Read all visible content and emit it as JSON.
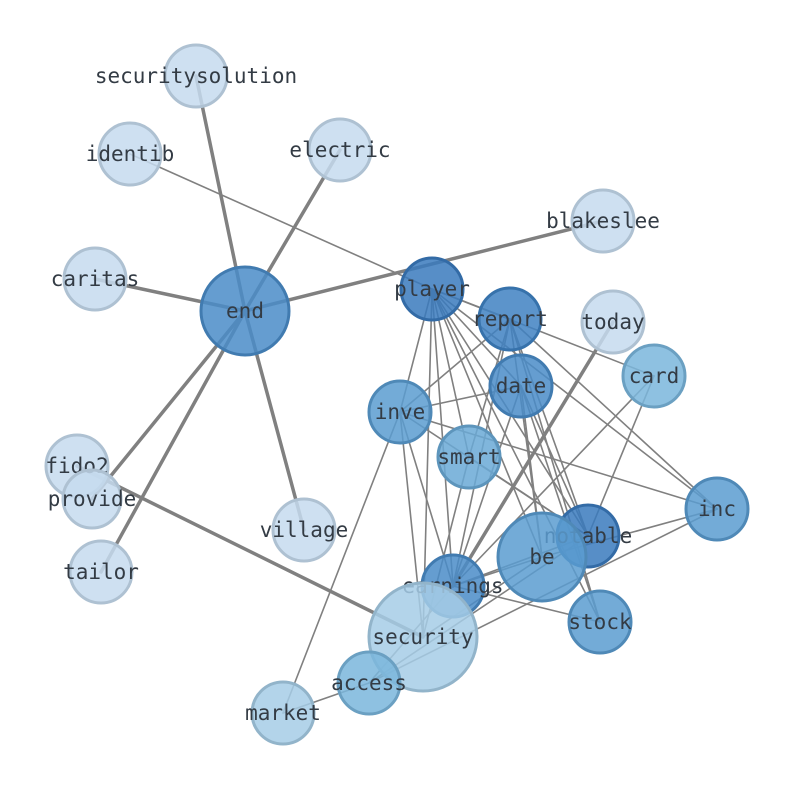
{
  "graph": {
    "nodes": [
      {
        "id": "securitysolution",
        "label": "securitysolution",
        "color": "#c6dbef"
      },
      {
        "id": "identib",
        "label": "identib",
        "color": "#c6dbef"
      },
      {
        "id": "electric",
        "label": "electric",
        "color": "#c6dbef"
      },
      {
        "id": "blakeslee",
        "label": "blakeslee",
        "color": "#c6dbef"
      },
      {
        "id": "caritas",
        "label": "caritas",
        "color": "#c6dbef"
      },
      {
        "id": "end",
        "label": "end",
        "color": "#4a8cc8"
      },
      {
        "id": "player",
        "label": "player",
        "color": "#3a7abd"
      },
      {
        "id": "report",
        "label": "report",
        "color": "#3f81c2"
      },
      {
        "id": "today",
        "label": "today",
        "color": "#c6dbef"
      },
      {
        "id": "card",
        "label": "card",
        "color": "#7ab6dc"
      },
      {
        "id": "date",
        "label": "date",
        "color": "#4a8cc8"
      },
      {
        "id": "inve",
        "label": "inve",
        "color": "#5a9cd0"
      },
      {
        "id": "smart",
        "label": "smart",
        "color": "#6aa9d6"
      },
      {
        "id": "fido2",
        "label": "fido2",
        "color": "#c6dbef"
      },
      {
        "id": "provide",
        "label": "provide",
        "color": "#c6dbef"
      },
      {
        "id": "village",
        "label": "village",
        "color": "#c6dbef"
      },
      {
        "id": "inc",
        "label": "inc",
        "color": "#5a9cd0"
      },
      {
        "id": "notable",
        "label": "notable",
        "color": "#3a7abd"
      },
      {
        "id": "be",
        "label": "be",
        "color": "#5a9cd0"
      },
      {
        "id": "tailor",
        "label": "tailor",
        "color": "#c6dbef"
      },
      {
        "id": "earnings",
        "label": "earnings",
        "color": "#4a8cc8"
      },
      {
        "id": "stock",
        "label": "stock",
        "color": "#5a9cd0"
      },
      {
        "id": "security",
        "label": "security",
        "color": "#a6cde6"
      },
      {
        "id": "access",
        "label": "access",
        "color": "#7ab6dc"
      },
      {
        "id": "market",
        "label": "market",
        "color": "#a6cde6"
      }
    ],
    "edges": [
      {
        "from": "end",
        "to": "securitysolution",
        "weight": "heavy"
      },
      {
        "from": "end",
        "to": "electric",
        "weight": "heavy"
      },
      {
        "from": "end",
        "to": "caritas",
        "weight": "heavy"
      },
      {
        "from": "end",
        "to": "blakeslee",
        "weight": "heavy"
      },
      {
        "from": "end",
        "to": "village",
        "weight": "heavy"
      },
      {
        "from": "end",
        "to": "tailor",
        "weight": "heavy"
      },
      {
        "from": "end",
        "to": "provide",
        "weight": "heavy"
      },
      {
        "from": "fido2",
        "to": "security",
        "weight": "heavy"
      },
      {
        "from": "today",
        "to": "earnings",
        "weight": "heavy"
      },
      {
        "from": "identib",
        "to": "player",
        "weight": "light"
      },
      {
        "from": "player",
        "to": "report",
        "weight": "light"
      },
      {
        "from": "player",
        "to": "inve",
        "weight": "light"
      },
      {
        "from": "player",
        "to": "smart",
        "weight": "light"
      },
      {
        "from": "player",
        "to": "earnings",
        "weight": "light"
      },
      {
        "from": "player",
        "to": "security",
        "weight": "light"
      },
      {
        "from": "player",
        "to": "notable",
        "weight": "light"
      },
      {
        "from": "player",
        "to": "be",
        "weight": "light"
      },
      {
        "from": "player",
        "to": "stock",
        "weight": "light"
      },
      {
        "from": "player",
        "to": "inc",
        "weight": "light"
      },
      {
        "from": "player",
        "to": "card",
        "weight": "light"
      },
      {
        "from": "player",
        "to": "date",
        "weight": "light"
      },
      {
        "from": "report",
        "to": "inve",
        "weight": "light"
      },
      {
        "from": "report",
        "to": "notable",
        "weight": "light"
      },
      {
        "from": "report",
        "to": "be",
        "weight": "light"
      },
      {
        "from": "report",
        "to": "stock",
        "weight": "light"
      },
      {
        "from": "report",
        "to": "inc",
        "weight": "light"
      },
      {
        "from": "report",
        "to": "earnings",
        "weight": "light"
      },
      {
        "from": "report",
        "to": "smart",
        "weight": "light"
      },
      {
        "from": "date",
        "to": "inve",
        "weight": "light"
      },
      {
        "from": "date",
        "to": "notable",
        "weight": "light"
      },
      {
        "from": "date",
        "to": "stock",
        "weight": "light"
      },
      {
        "from": "date",
        "to": "be",
        "weight": "light"
      },
      {
        "from": "date",
        "to": "earnings",
        "weight": "light"
      },
      {
        "from": "card",
        "to": "notable",
        "weight": "light"
      },
      {
        "from": "card",
        "to": "earnings",
        "weight": "light"
      },
      {
        "from": "inve",
        "to": "inc",
        "weight": "light"
      },
      {
        "from": "inve",
        "to": "market",
        "weight": "light"
      },
      {
        "from": "inve",
        "to": "security",
        "weight": "light"
      },
      {
        "from": "inve",
        "to": "earnings",
        "weight": "light"
      },
      {
        "from": "inve",
        "to": "notable",
        "weight": "light"
      },
      {
        "from": "smart",
        "to": "notable",
        "weight": "light"
      },
      {
        "from": "smart",
        "to": "security",
        "weight": "light"
      },
      {
        "from": "inc",
        "to": "be",
        "weight": "light"
      },
      {
        "from": "inc",
        "to": "access",
        "weight": "light"
      },
      {
        "from": "notable",
        "to": "earnings",
        "weight": "light"
      },
      {
        "from": "notable",
        "to": "access",
        "weight": "light"
      },
      {
        "from": "be",
        "to": "earnings",
        "weight": "light"
      },
      {
        "from": "be",
        "to": "security",
        "weight": "light"
      },
      {
        "from": "earnings",
        "to": "stock",
        "weight": "light"
      },
      {
        "from": "earnings",
        "to": "access",
        "weight": "light"
      },
      {
        "from": "access",
        "to": "market",
        "weight": "light"
      }
    ]
  }
}
